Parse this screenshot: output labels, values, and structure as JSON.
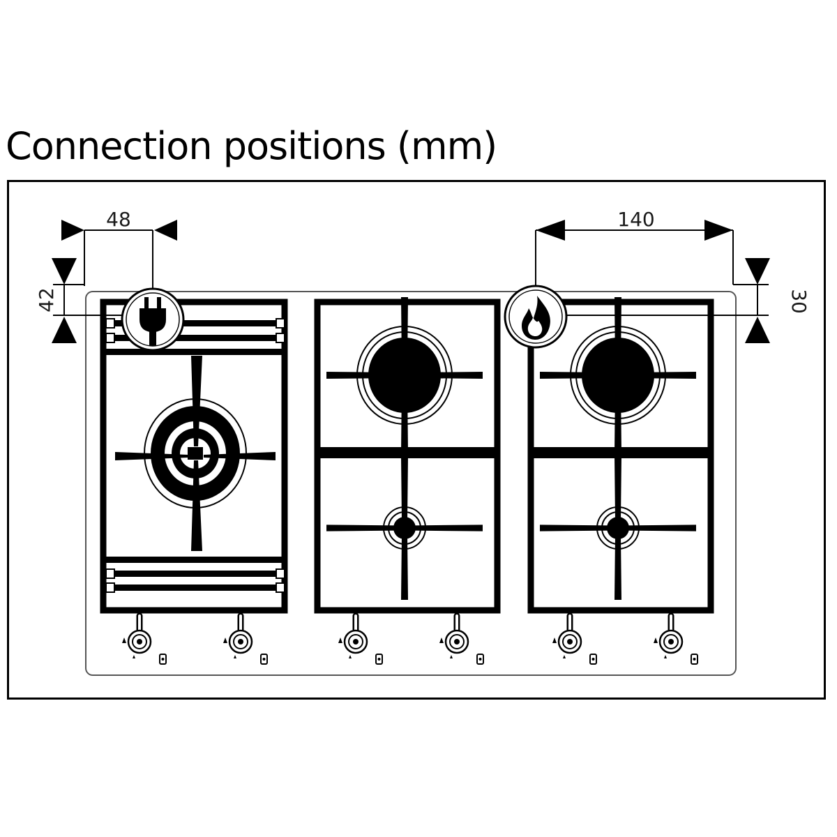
{
  "title": "Connection positions (mm)",
  "dimensions": {
    "electrical_horizontal": "48",
    "electrical_vertical": "42",
    "gas_horizontal": "140",
    "gas_vertical": "30"
  },
  "icons": {
    "electrical": "plug-icon",
    "gas": "flame-icon"
  }
}
